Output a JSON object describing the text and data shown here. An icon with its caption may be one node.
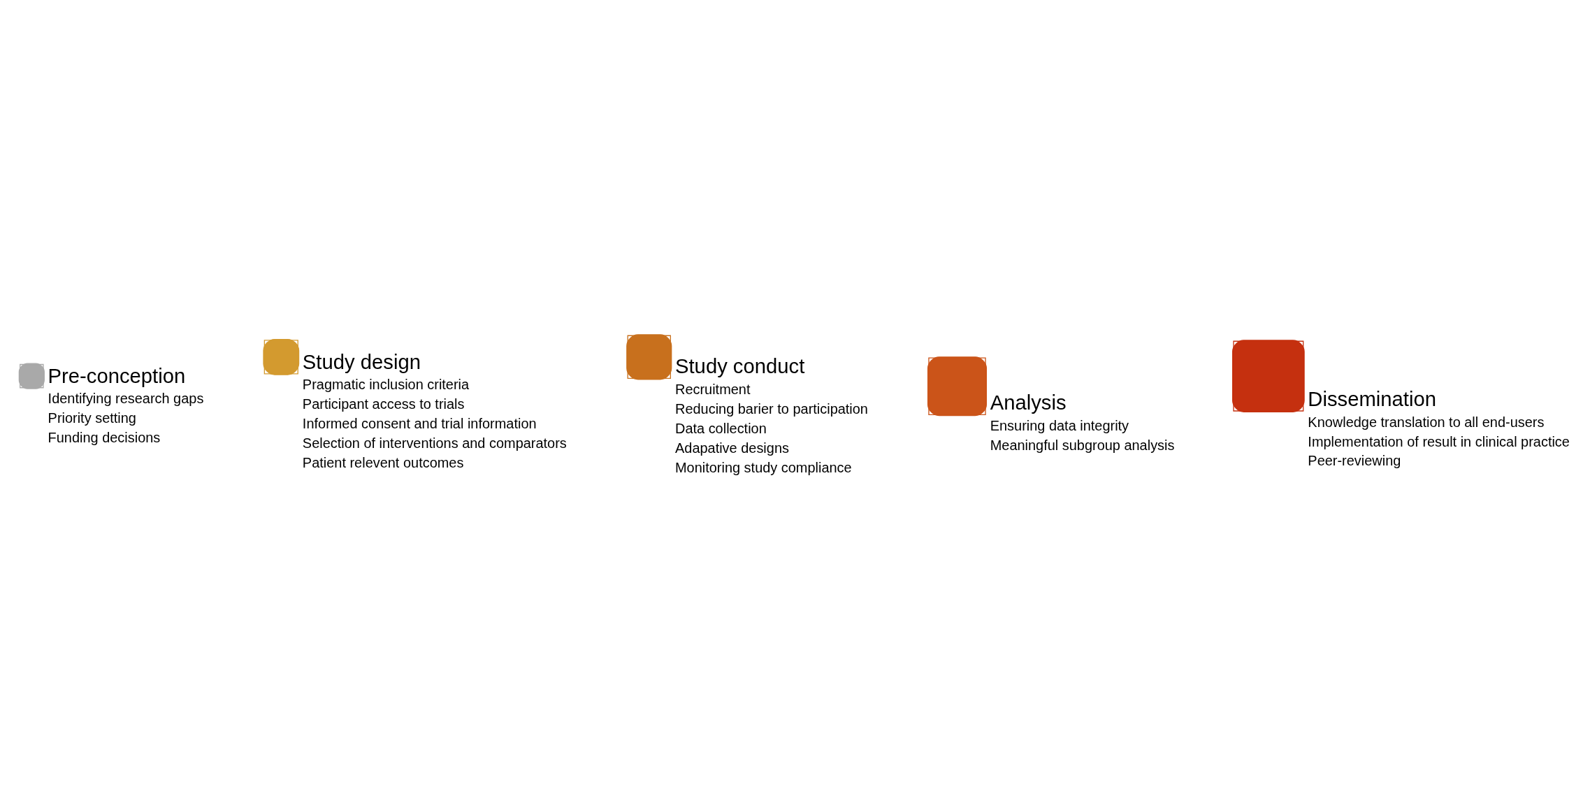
{
  "diagram": {
    "nodes": [
      {
        "text": [
          "Pre-conception",
          "Identifying research gaps",
          "Priority setting",
          "Funding decisions"
        ]
      },
      {
        "text": [
          "Study design",
          "Pragmatic inclusion criteria",
          "Participant access to trials",
          "Informed consent and trial information",
          "Selection of interventions and comparators",
          "Patient relevent outcomes"
        ]
      },
      {
        "text": [
          "Study conduct",
          "Recruitment",
          "Reducing barier to participation",
          "Data collection",
          "Adapative designs",
          "Monitoring study compliance"
        ]
      },
      {
        "text": [
          "Analysis",
          "Ensuring data integrity",
          "Meaningful subgroup analysis"
        ]
      },
      {
        "text": [
          "Dissemination",
          "Knowledge translation to all end-users",
          "Implementation of result in clinical practice",
          "Peer-reviewing"
        ]
      }
    ]
  }
}
